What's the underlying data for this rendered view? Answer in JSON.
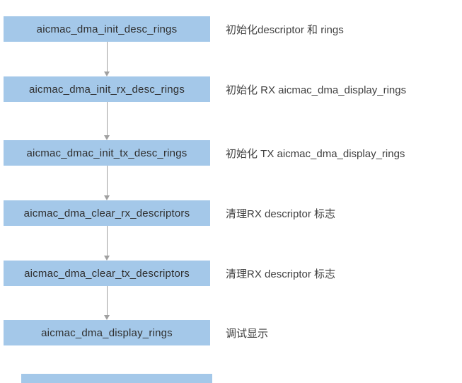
{
  "diagram": {
    "title": "aicmac dma descriptor rings init flow",
    "colors": {
      "node_fill": "#a4c8e9",
      "node_text": "#2f2f2f",
      "description_text": "#3f3f3f",
      "arrow": "#a0a0a0",
      "background": "#ffffff"
    },
    "steps": [
      {
        "label": "aicmac_dma_init_desc_rings",
        "desc": "初始化descriptor 和 rings"
      },
      {
        "label": "aicmac_dma_init_rx_desc_rings",
        "desc": "初始化 RX aicmac_dma_display_rings"
      },
      {
        "label": "aicmac_dmac_init_tx_desc_rings",
        "desc": "初始化 TX aicmac_dma_display_rings"
      },
      {
        "label": "aicmac_dma_clear_rx_descriptors",
        "desc": "清理RX descriptor 标志"
      },
      {
        "label": "aicmac_dma_clear_tx_descriptors",
        "desc": "清理RX descriptor 标志"
      },
      {
        "label": "aicmac_dma_display_rings",
        "desc": "调试显示"
      }
    ],
    "partial_node_at_bottom": true
  }
}
